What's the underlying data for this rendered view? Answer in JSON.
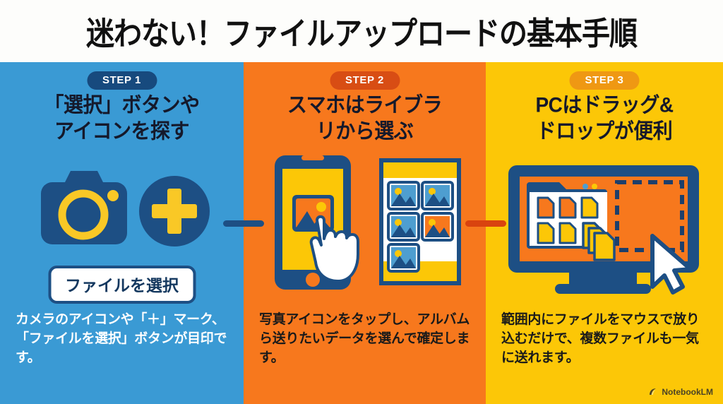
{
  "header": {
    "title": "迷わない！ファイルアップロードの基本手順"
  },
  "columns": [
    {
      "badge": "STEP 1",
      "heading": "「選択」ボタンや\nアイコンを探す",
      "heading_line1": "「選択」ボタンや",
      "heading_line2": "アイコンを探す",
      "button_label": "ファイルを選択",
      "body": "カメラのアイコンや「＋」マーク、「ファイルを選択」ボタンが目印です。",
      "bg_color": "#3a9ad4",
      "badge_color": "#174a7e",
      "icons": [
        "camera-icon",
        "plus-circle-icon",
        "file-select-button"
      ]
    },
    {
      "badge": "STEP 2",
      "heading": "スマホはライブラ\nリから選ぶ",
      "heading_line1": "スマホはライブラ",
      "heading_line2": "リから選ぶ",
      "body": "写真アイコンをタップし、アルバムら送りたいデータを選んで確定します。",
      "bg_color": "#f7781d",
      "badge_color": "#d84d14",
      "icons": [
        "smartphone-icon",
        "pointing-hand-cursor-icon",
        "photo-gallery-grid-icon"
      ]
    },
    {
      "badge": "STEP 3",
      "heading": "PCはドラッグ＆\nドロップが便利",
      "heading_line1": "PCはドラッグ&",
      "heading_line2": "ドロップが便利",
      "body": "範囲内にファイルをマウスで放り込むだけで、複数ファイルも一気に送れます。",
      "bg_color": "#fcc707",
      "badge_color": "#ef9813",
      "icons": [
        "desktop-monitor-icon",
        "file-browser-window-icon",
        "dragged-files-icon",
        "dashed-dropzone-icon",
        "arrow-cursor-icon"
      ]
    }
  ],
  "connectors": [
    {
      "name": "connector-step1-step2",
      "color": "#1d4f84"
    },
    {
      "name": "connector-step2-step3",
      "color": "#d9430f"
    }
  ],
  "watermark": {
    "label": "NotebookLM"
  },
  "palette": {
    "navy": "#1d4f84",
    "dark_navy": "#174a7e",
    "yellow": "#fcc707",
    "orange": "#f7781d",
    "blue": "#3a9ad4",
    "white": "#ffffff"
  }
}
